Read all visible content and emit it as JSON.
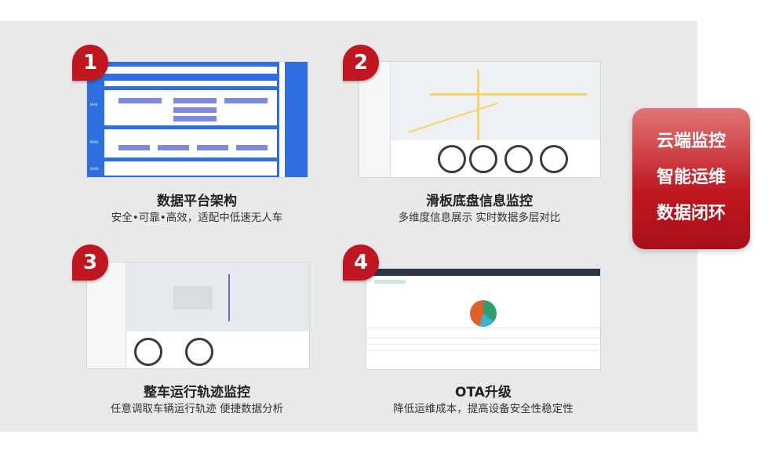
{
  "cards": [
    {
      "number": "1",
      "title": "数据平台架构",
      "subtitle": "安全•可靠•高效，适配中低速无人车",
      "screen_labels": [
        "IAAS",
        "PAAS",
        "SAAS"
      ]
    },
    {
      "number": "2",
      "title": "滑板底盘信息监控",
      "subtitle": "多维度信息展示  实时数据多层对比"
    },
    {
      "number": "3",
      "title": "整车运行轨迹监控",
      "subtitle": "任意调取车辆运行轨迹  便捷数据分析"
    },
    {
      "number": "4",
      "title": "OTA升级",
      "subtitle": "降低运维成本，提高设备安全性稳定性"
    }
  ],
  "highlight": {
    "lines": [
      "云端监控",
      "智能运维",
      "数据闭环"
    ],
    "color": "#c0161f"
  }
}
